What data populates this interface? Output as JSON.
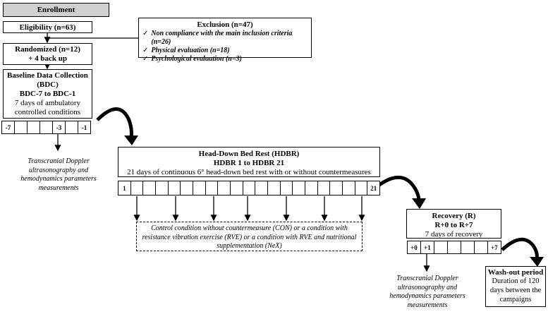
{
  "enrollment": "Enrollment",
  "eligibility": "Eligibility (n=63)",
  "exclusion": {
    "title": "Exclusion (n=47)",
    "items": [
      "Non compliance with the main inclusion criteria (n=26)",
      "Physical evaluation (n=18)",
      "Psychological evaluation (n=3)"
    ]
  },
  "randomized": {
    "line1": "Randomized (n=12)",
    "line2": "+ 4 back up"
  },
  "bdc": {
    "title": "Baseline Data Collection (BDC)",
    "range": "BDC-7 to BDC-1",
    "desc": "7 days of ambulatory controlled conditions",
    "cells": [
      "-7",
      "",
      "",
      "",
      "-3",
      "",
      "-1"
    ]
  },
  "note_left": "Transcranial Doppler ultrasonography and hemodynamics parameters measurements",
  "hdbr": {
    "title": "Head-Down Bed Rest (HDBR)",
    "range": "HDBR 1 to HDBR 21",
    "desc": "21 days of continuous 6° head-down bed rest with or without countermeasures",
    "cells": [
      "1",
      "",
      "",
      "",
      "",
      "",
      "",
      "",
      "",
      "",
      "",
      "",
      "",
      "",
      "",
      "",
      "",
      "",
      "",
      "",
      "21"
    ]
  },
  "conditions": "Control condition without countermeasure (CON) or a condition with resistance vibration exercise (RVE) or a condition with RVE and nutritional supplementation (NeX)",
  "recovery": {
    "title": "Recovery (R)",
    "range": "R+0 to R+7",
    "desc": "7 days of recovery",
    "cells": [
      "+0",
      "+1",
      "",
      "",
      "",
      "",
      "+7"
    ]
  },
  "note_right": "Transcranial Doppler ultrasonography and hemodynamics parameters measurements",
  "washout": {
    "title": "Wash-out period",
    "desc": "Duration of 120 days between the campaigns"
  },
  "check_glyph": "✓"
}
